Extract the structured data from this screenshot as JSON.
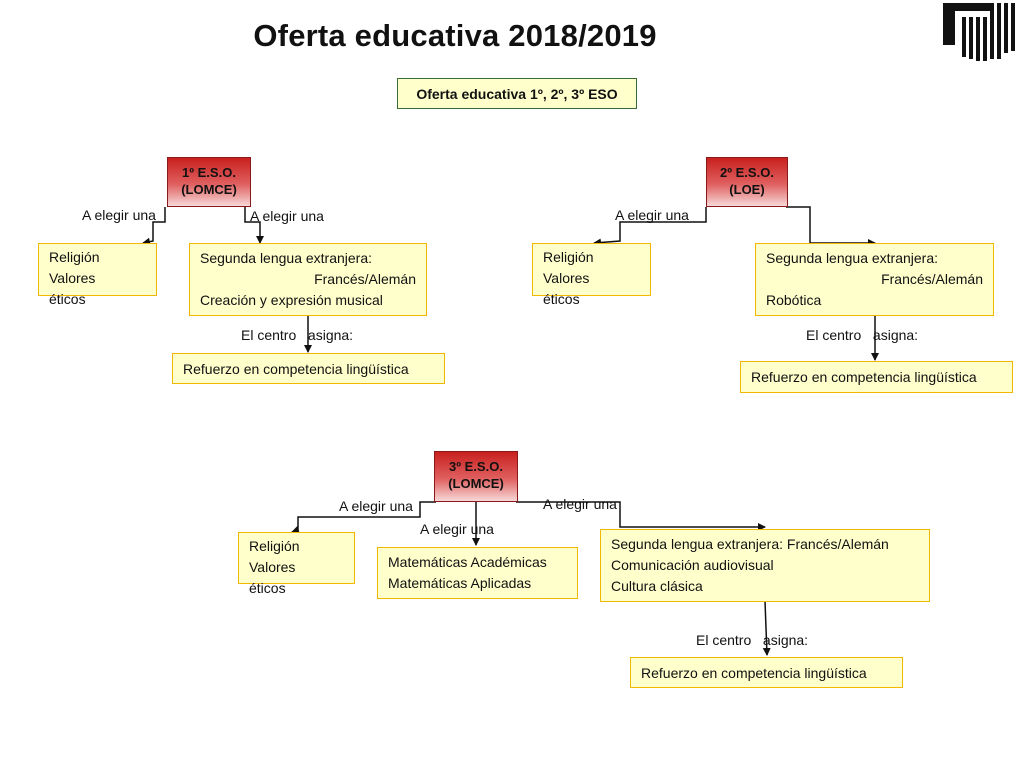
{
  "title": "Oferta educativa 2018/2019",
  "subtitle": "Oferta educativa 1º, 2º, 3º ESO",
  "eso1": {
    "line1": "1º E.S.O.",
    "line2": "(LOMCE)",
    "choose_left": "A elegir una",
    "choose_right": "A elegir una",
    "option_a": [
      "Religión",
      "Valores",
      "éticos"
    ],
    "option_b": [
      "Segunda lengua extranjera:",
      "Francés/Alemán",
      "Creación y expresión musical"
    ],
    "assign_label": "El centro   asigna:",
    "assigned": "Refuerzo en competencia lingüística"
  },
  "eso2": {
    "line1": "2º E.S.O.",
    "line2": "(LOE)",
    "choose": "A elegir una",
    "option_a": [
      "Religión",
      "Valores",
      "éticos"
    ],
    "option_b": [
      "Segunda lengua extranjera:",
      "Francés/Alemán",
      "Robótica"
    ],
    "assign_label": "El centro   asigna:",
    "assigned": "Refuerzo en competencia lingüística"
  },
  "eso3": {
    "line1": "3º E.S.O.",
    "line2": "(LOMCE)",
    "choose_left": "A elegir una",
    "choose_middle": "A elegir una",
    "choose_right": "A elegir una",
    "option_a": [
      "Religión",
      "Valores",
      "éticos"
    ],
    "option_b": [
      "Matemáticas Académicas",
      "Matemáticas Aplicadas"
    ],
    "option_c": [
      "Segunda lengua extranjera: Francés/Alemán",
      "Comunicación audiovisual",
      "Cultura clásica"
    ],
    "assign_label": "El centro   asigna:",
    "assigned": "Refuerzo en competencia lingüística"
  },
  "colors": {
    "header_red": "#c8211f",
    "box_fill": "#ffffcc",
    "box_border": "#f0b800"
  }
}
